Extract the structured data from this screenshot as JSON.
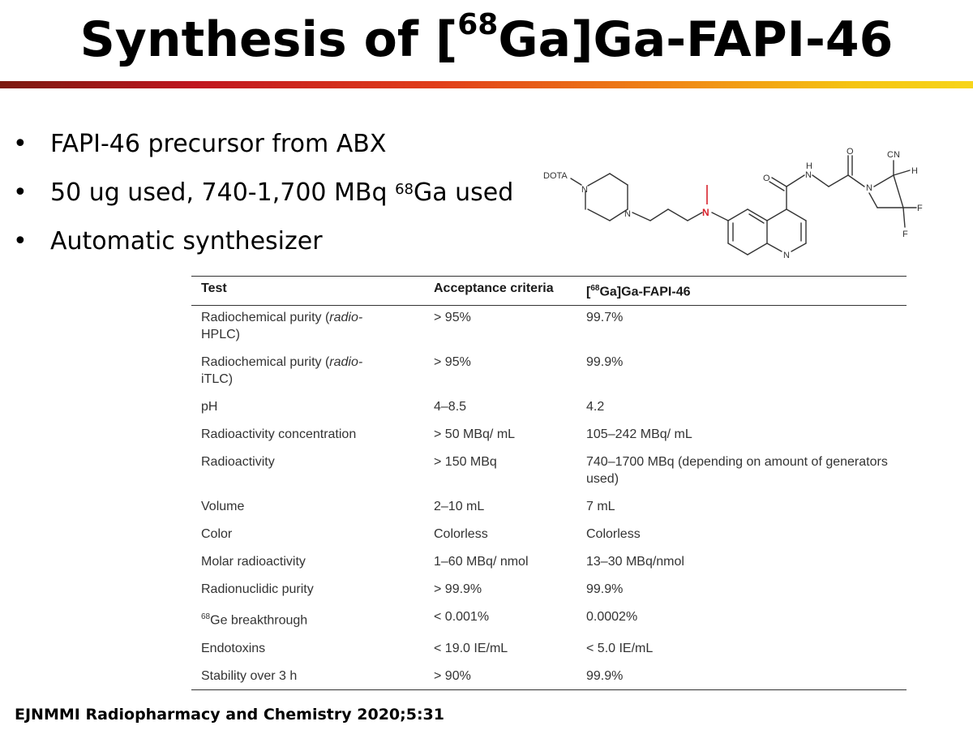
{
  "slide": {
    "title": {
      "pre": "Synthesis of [",
      "sup": "68",
      "post": "Ga]Ga-FAPI-46"
    },
    "bullets": [
      {
        "text": "FAPI-46 precursor from ABX"
      },
      {
        "pre": "50 ug used, 740-1,700 MBq ",
        "sup": "68",
        "post": "Ga used"
      },
      {
        "text": "Automatic synthesizer"
      }
    ],
    "citation": "EJNMMI Radiopharmacy and Chemistry 2020;5:31"
  },
  "structure": {
    "labels": {
      "dota": "DOTA",
      "n": "N",
      "nh_n": "N",
      "h": "H",
      "o": "O",
      "cn": "CN",
      "f": "F"
    }
  },
  "table": {
    "headers": {
      "test": "Test",
      "criteria": "Acceptance criteria",
      "result_pre": "[",
      "result_sup": "68",
      "result_post": "Ga]Ga-FAPI-46"
    },
    "rows": [
      {
        "test_pre": "Radiochemical purity (",
        "test_italic": "radio-",
        "test_post": "HPLC)",
        "criteria": "> 95%",
        "result": "99.7%"
      },
      {
        "test_pre": "Radiochemical purity (",
        "test_italic": "radio-",
        "test_post": "iTLC)",
        "criteria": "> 95%",
        "result": "99.9%"
      },
      {
        "test": "pH",
        "criteria": "4–8.5",
        "result": "4.2"
      },
      {
        "test": "Radioactivity concentration",
        "criteria": "> 50 MBq/ mL",
        "result": "105–242 MBq/ mL"
      },
      {
        "test": "Radioactivity",
        "criteria": "> 150 MBq",
        "result": "740–1700 MBq (depending on amount of generators used)"
      },
      {
        "test": "Volume",
        "criteria": "2–10 mL",
        "result": "7 mL"
      },
      {
        "test": "Color",
        "criteria": "Colorless",
        "result": "Colorless"
      },
      {
        "test": "Molar radioactivity",
        "criteria": "1–60 MBq/ nmol",
        "result": "13–30 MBq/nmol"
      },
      {
        "test": "Radionuclidic purity",
        "criteria": "> 99.9%",
        "result": "99.9%"
      },
      {
        "test_sup": "68",
        "test_post": "Ge breakthrough",
        "criteria": "< 0.001%",
        "result": "0.0002%"
      },
      {
        "test": "Endotoxins",
        "criteria": "< 19.0 IE/mL",
        "result": "< 5.0 IE/mL"
      },
      {
        "test": "Stability over 3 h",
        "criteria": "> 90%",
        "result": "99.9%"
      }
    ]
  },
  "colors": {
    "accent_dark": "#7b1a10",
    "accent_red": "#c0161f",
    "accent_yellow": "#f7d51a",
    "methyl_red": "#d9232d"
  }
}
